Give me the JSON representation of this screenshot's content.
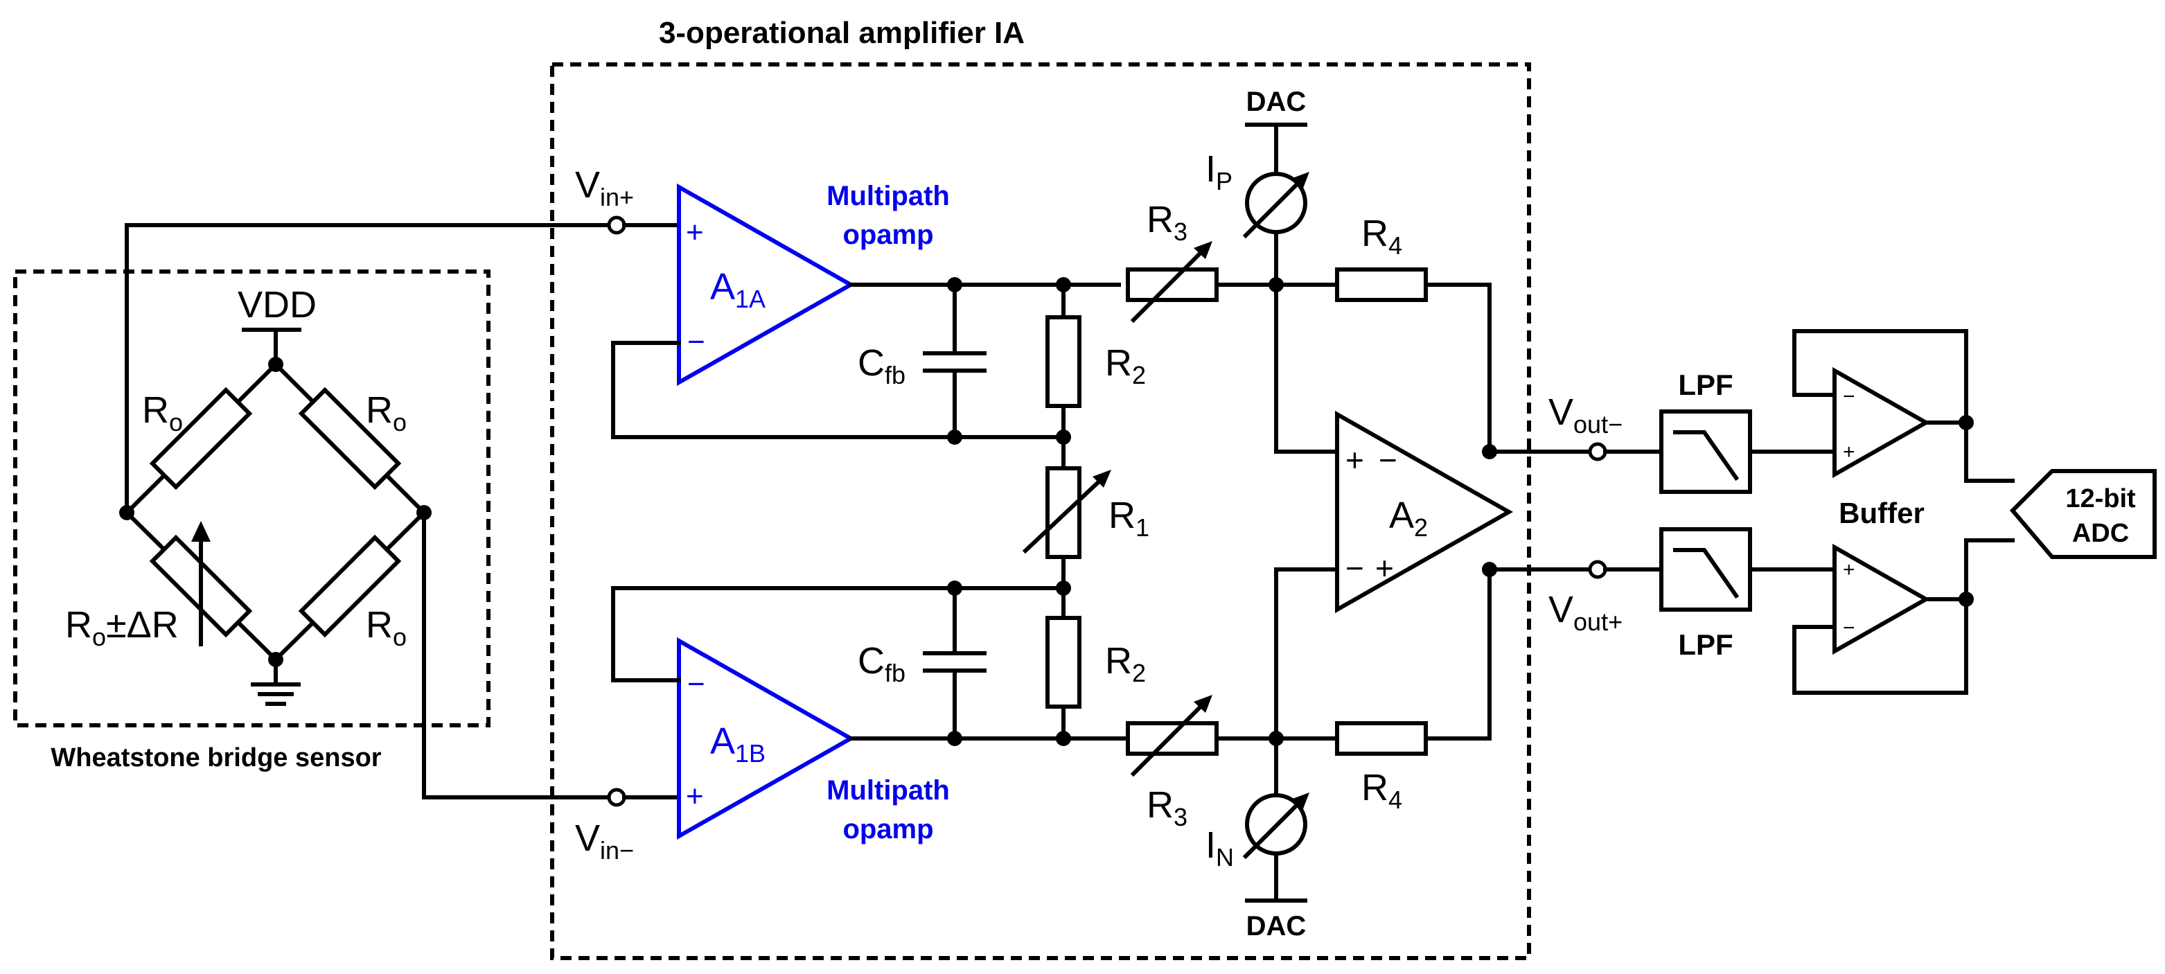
{
  "title": "3-operational amplifier IA",
  "sensor": {
    "caption": "Wheatstone bridge sensor",
    "supply": "VDD",
    "resistor": "R",
    "resistor_sub": "o",
    "variable_suffix": "±ΔR"
  },
  "inputs": {
    "pos": {
      "main": "V",
      "sub": "in+"
    },
    "neg": {
      "main": "V",
      "sub": "in−"
    }
  },
  "opamps": {
    "top": {
      "main": "A",
      "sub": "1A",
      "note1": "Multipath",
      "note2": "opamp"
    },
    "bottom": {
      "main": "A",
      "sub": "1B",
      "note1": "Multipath",
      "note2": "opamp"
    },
    "diff": {
      "main": "A",
      "sub": "2"
    }
  },
  "components": {
    "cfb": {
      "main": "C",
      "sub": "fb"
    },
    "r1": {
      "main": "R",
      "sub": "1"
    },
    "r2": {
      "main": "R",
      "sub": "2"
    },
    "r3": {
      "main": "R",
      "sub": "3"
    },
    "r4": {
      "main": "R",
      "sub": "4"
    },
    "ip": {
      "main": "I",
      "sub": "P"
    },
    "in": {
      "main": "I",
      "sub": "N"
    },
    "dac": "DAC"
  },
  "outputs": {
    "neg": {
      "main": "V",
      "sub": "out−"
    },
    "pos": {
      "main": "V",
      "sub": "out+"
    }
  },
  "filters": {
    "label": "LPF"
  },
  "buffer": {
    "label": "Buffer"
  },
  "adc": {
    "line1": "12-bit",
    "line2": "ADC"
  },
  "signs": {
    "plus": "+",
    "minus": "−"
  },
  "colors": {
    "highlight": "#0000ee",
    "wire": "#000000"
  }
}
